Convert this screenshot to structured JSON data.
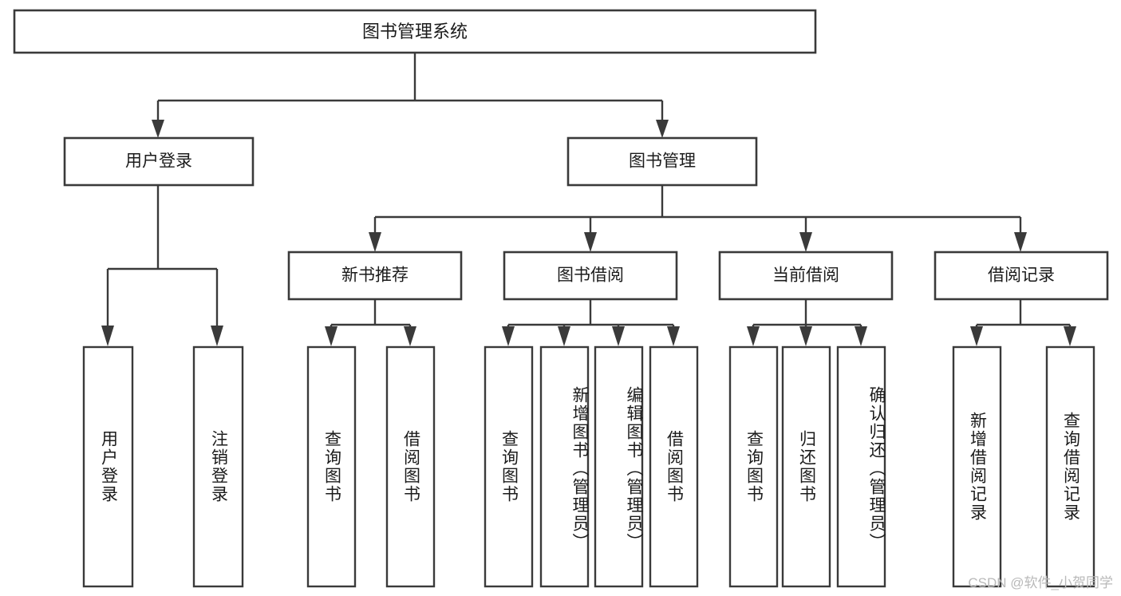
{
  "diagram": {
    "kind": "function-structure-tree",
    "orientation": "top-down",
    "watermark": "CSDN @软件_小贺同学",
    "colors": {
      "background": "#ffffff",
      "box_stroke": "#3a3a3a",
      "box_fill": "#ffffff",
      "text": "#1b1b1b",
      "connector": "#3a3a3a",
      "watermark_text": "#b9b9b9"
    },
    "root": {
      "id": "root",
      "label": "图书管理系统"
    },
    "level2": [
      {
        "id": "user-login",
        "label": "用户登录"
      },
      {
        "id": "book-manage",
        "label": "图书管理"
      }
    ],
    "level3": [
      {
        "id": "new-book-recommend",
        "label": "新书推荐",
        "parent": "book-manage"
      },
      {
        "id": "book-borrow",
        "label": "图书借阅",
        "parent": "book-manage"
      },
      {
        "id": "current-borrow",
        "label": "当前借阅",
        "parent": "book-manage"
      },
      {
        "id": "borrow-record",
        "label": "借阅记录",
        "parent": "book-manage"
      }
    ],
    "leaves": [
      {
        "id": "leaf-user-login",
        "label": "用户登录",
        "parent": "user-login"
      },
      {
        "id": "leaf-logout",
        "label": "注销登录",
        "parent": "user-login"
      },
      {
        "id": "leaf-query-book-1",
        "label": "查询图书",
        "parent": "new-book-recommend"
      },
      {
        "id": "leaf-borrow-book-1",
        "label": "借阅图书",
        "parent": "new-book-recommend"
      },
      {
        "id": "leaf-query-book-2",
        "label": "查询图书",
        "parent": "book-borrow"
      },
      {
        "id": "leaf-add-book",
        "label": "新增图书（管理员）",
        "parent": "book-borrow"
      },
      {
        "id": "leaf-edit-book",
        "label": "编辑图书（管理员）",
        "parent": "book-borrow"
      },
      {
        "id": "leaf-borrow-book-2",
        "label": "借阅图书",
        "parent": "book-borrow"
      },
      {
        "id": "leaf-query-book-3",
        "label": "查询图书",
        "parent": "current-borrow"
      },
      {
        "id": "leaf-return-book",
        "label": "归还图书",
        "parent": "current-borrow"
      },
      {
        "id": "leaf-confirm-return",
        "label": "确认归还（管理员）",
        "parent": "current-borrow"
      },
      {
        "id": "leaf-add-record",
        "label": "新增借阅记录",
        "parent": "borrow-record"
      },
      {
        "id": "leaf-query-record",
        "label": "查询借阅记录",
        "parent": "borrow-record"
      }
    ]
  }
}
